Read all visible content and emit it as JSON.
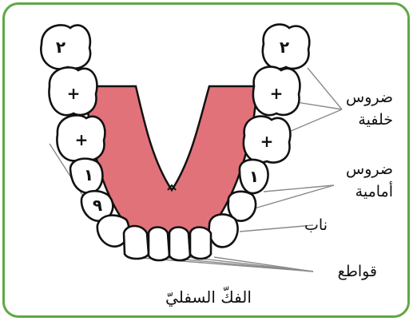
{
  "labels": {
    "back_teeth": [
      "ضروس",
      "خلفية"
    ],
    "front_teeth": [
      "ضروس",
      "أمامية"
    ],
    "canine": "ناب",
    "incisors": "قواطع",
    "title": "الفكّ السفليّ"
  },
  "tooth_marks": {
    "molar_1": "٢",
    "molar_2": "+",
    "molar_3": "+",
    "premolar": "١",
    "canine": "٩"
  },
  "colors": {
    "border": "#5fa843",
    "gum": "#e2727a",
    "tooth": "#ffffff",
    "outline": "#111111",
    "leader_lines": "#8a8a8a"
  }
}
